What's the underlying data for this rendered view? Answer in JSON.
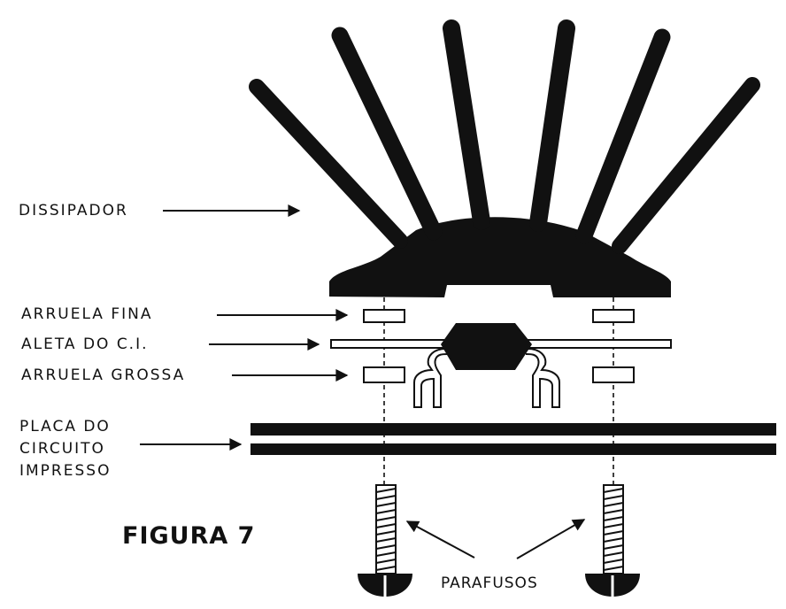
{
  "labels": {
    "dissipador": "DISSIPADOR",
    "arruela_fina": "ARRUELA FINA",
    "aleta": "ALETA DO C.I.",
    "arruela_grossa": "ARRUELA GROSSA",
    "placa": [
      "PLACA DO",
      "CIRCUITO",
      "IMPRESSO"
    ],
    "parafusos": "PARAFUSOS"
  },
  "caption": "FIGURA 7",
  "colors": {
    "ink": "#111111",
    "paper": "#ffffff"
  }
}
